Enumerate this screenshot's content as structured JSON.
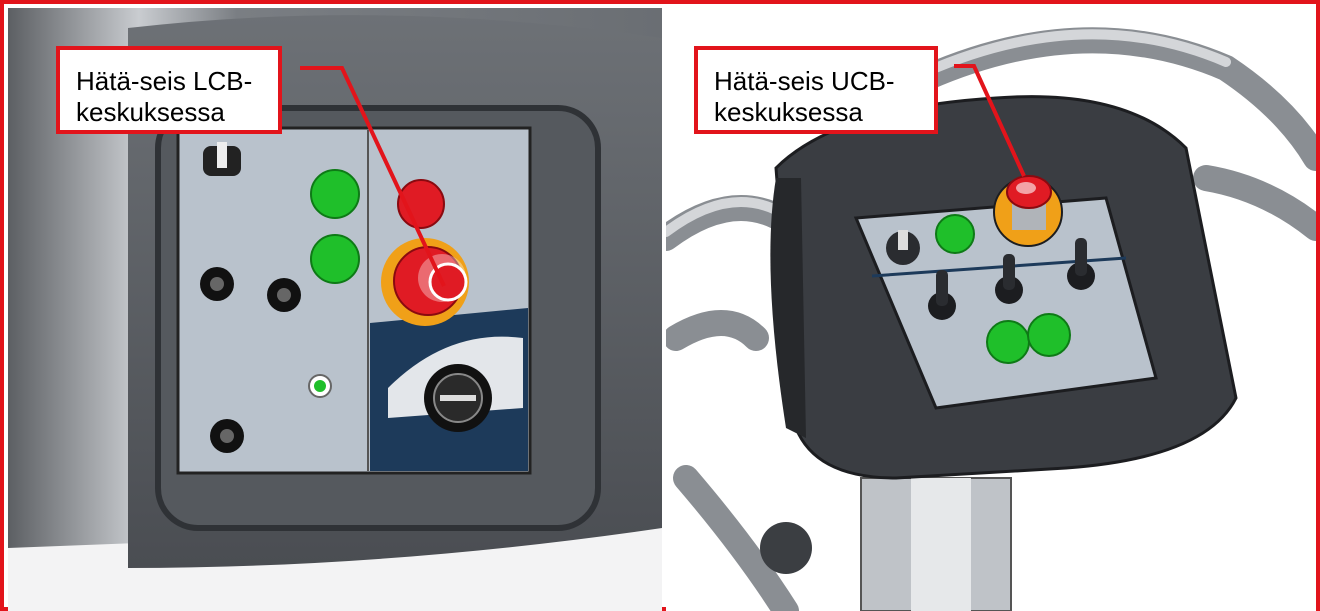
{
  "callouts": {
    "lcb": {
      "line1": "Hätä-seis LCB-",
      "line2": "keskuksessa"
    },
    "ucb": {
      "line1": "Hätä-seis UCB-",
      "line2": "keskuksessa"
    }
  },
  "colors": {
    "border": "#e2141b",
    "emergency_red": "#e01b24",
    "button_green": "#1fbf2a",
    "panel_gray": "#b9c2cc",
    "housing_dark": "#3a3d42",
    "stop_ring_yellow": "#f0a018"
  },
  "icons": [
    "emergency-stop-button",
    "key-switch",
    "joystick",
    "push-button",
    "rotary-selector"
  ]
}
